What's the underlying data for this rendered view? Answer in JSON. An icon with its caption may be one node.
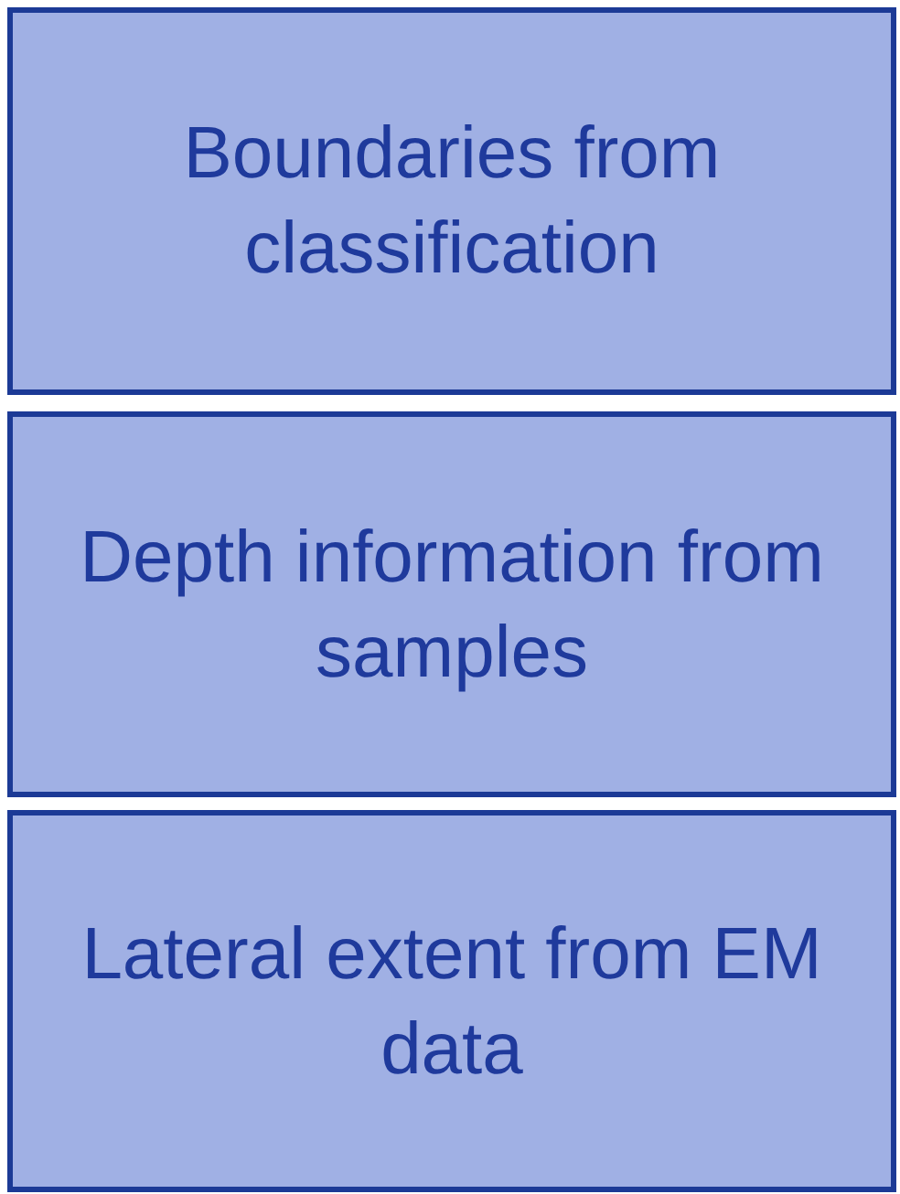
{
  "diagram": {
    "nodes": [
      {
        "text": [
          "Boundaries from classification"
        ]
      },
      {
        "text": [
          "Depth information from samples"
        ]
      },
      {
        "text": [
          "Lateral extent from EM data"
        ]
      }
    ]
  }
}
